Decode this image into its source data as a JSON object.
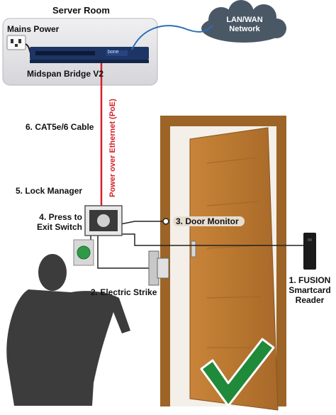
{
  "server_room": {
    "title": "Server Room",
    "mains_power": "Mains Power",
    "bridge_name": "Midspan Bridge V2",
    "device_brand": "bone"
  },
  "network": {
    "label_line1": "LAN/WAN",
    "label_line2": "Network"
  },
  "cable": {
    "label": "6. CAT5e/6 Cable",
    "poe_label": "Power over Ethernet (PoE)"
  },
  "components": {
    "lock_manager": "5. Lock Manager",
    "exit_switch_line1": "4. Press to",
    "exit_switch_line2": "Exit Switch",
    "door_monitor": "3. Door Monitor",
    "electric_strike": "2. Electric Strike",
    "reader_line1": "1. FUSION",
    "reader_line2": "Smartcard",
    "reader_line3": "Reader"
  },
  "colors": {
    "room_fill": "#e4e4e6",
    "cloud": "#4a5866",
    "poe_red": "#d5202a",
    "door": "#b8772f",
    "door_frame": "#9c6426",
    "check": "#1f8a3a",
    "cable_blue": "#2a6fb5"
  }
}
